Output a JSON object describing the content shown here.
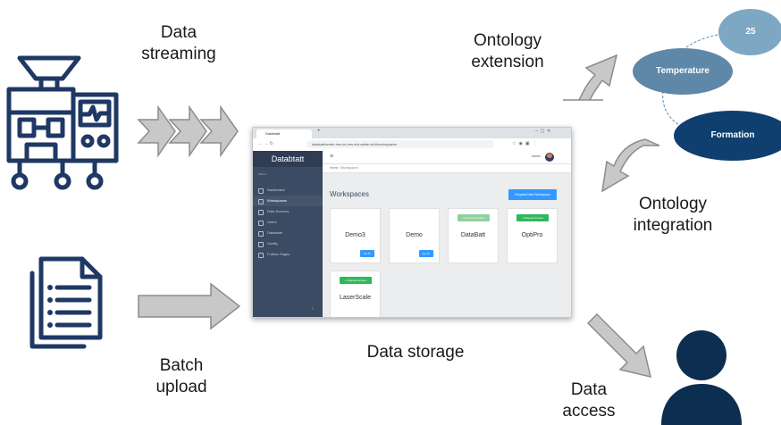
{
  "labels": {
    "data_streaming": "Data\nstreaming",
    "batch_upload": "Batch\nupload",
    "data_storage": "Data storage",
    "ontology_extension": "Ontology\nextension",
    "ontology_integration": "Ontology\nintegration",
    "data_access": "Data\naccess"
  },
  "ontology": {
    "value_node": "25",
    "temperature_node": "Temperature",
    "formation_node": "Formation"
  },
  "browser": {
    "tab_title": "Databtatt",
    "url": "databattcenter-ims.dv-ims.mfr-aalbe.de/#/workspaces",
    "brand": "Databtatt",
    "menu_caption": "MENU",
    "sidebar": [
      "Dashboard",
      "Workspaces",
      "Data Sources",
      "Users",
      "Datatable",
      "Config",
      "Further Pages"
    ],
    "admin": "admin",
    "breadcrumb_home": "Home",
    "breadcrumb_current": "/  Workspaces",
    "heading": "Workspaces",
    "new_workspace": "Request New Workspace",
    "go_to": "Go To",
    "request_pending": "Request Pending",
    "request_access": "+ Request Access",
    "workspaces": [
      "Demo3",
      "Demo",
      "DataBatt",
      "OptiPro",
      "LaserScale"
    ]
  },
  "colors": {
    "arrow_fill": "#c8c8c8",
    "arrow_stroke": "#8c8c8c",
    "icon_navy": "#1f3864",
    "node_light": "#5f87a8",
    "node_dark": "#0e3f6e",
    "person": "#0c2e50"
  }
}
